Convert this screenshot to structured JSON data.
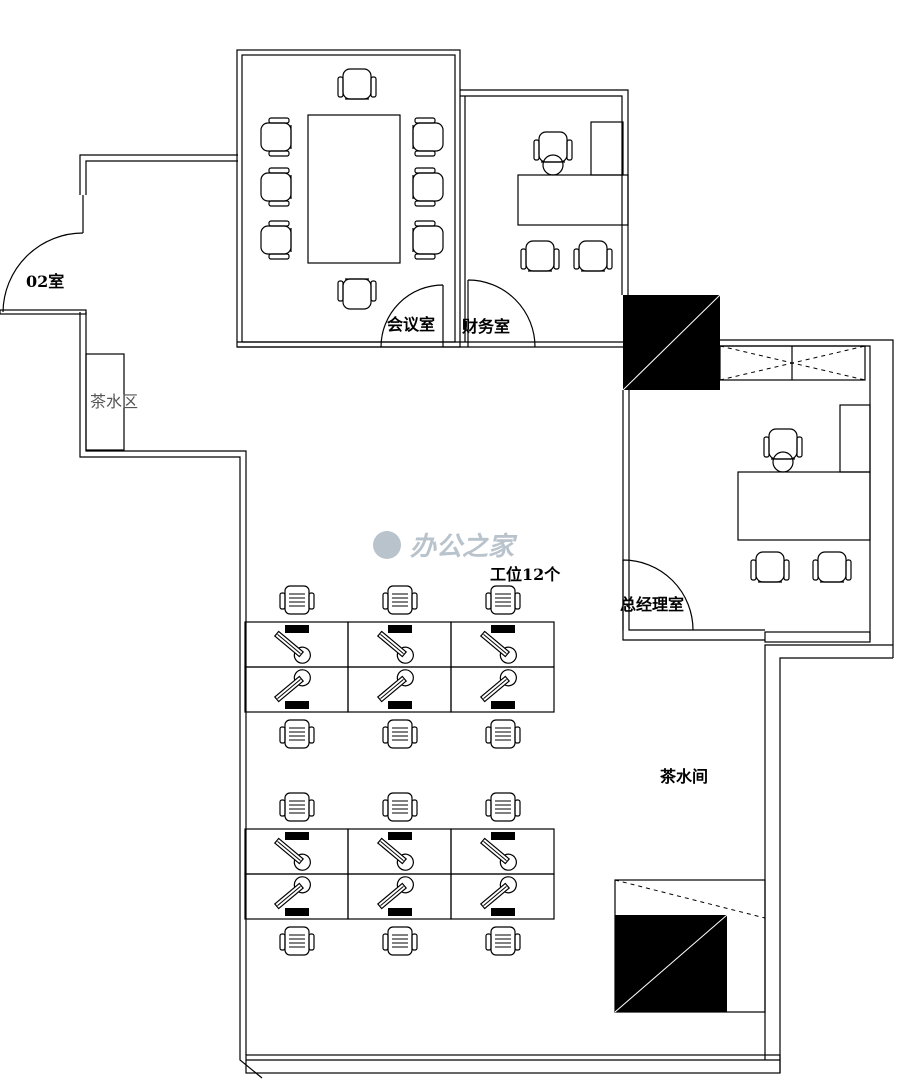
{
  "rooms": {
    "room_02": "02室",
    "tea_area": "茶水区",
    "meeting_room": "会议室",
    "finance_room": "财务室",
    "gm_office": "总经理室",
    "workstations": "工位12个",
    "tea_room": "茶水间"
  },
  "watermark": "办公之家",
  "colors": {
    "wall": "#000000",
    "fill": "#000000",
    "watermark": "#b9c3cc"
  }
}
